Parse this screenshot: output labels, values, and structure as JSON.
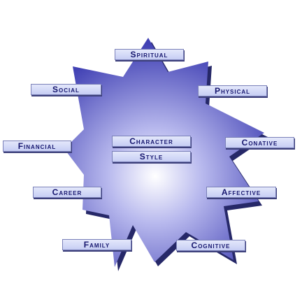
{
  "center": {
    "line1": "Character",
    "line2": "Style"
  },
  "labels": {
    "spiritual": "Spiritual",
    "social": "Social",
    "physical": "Physical",
    "financial": "Financial",
    "conative": "Conative",
    "career": "Career",
    "affective": "Affective",
    "family": "Family",
    "cognitive": "Cognitive"
  },
  "colors": {
    "star_edge": "#4040b0",
    "star_center": "#ffffff",
    "star_shadow": "#262868",
    "label_text": "#16166e"
  }
}
